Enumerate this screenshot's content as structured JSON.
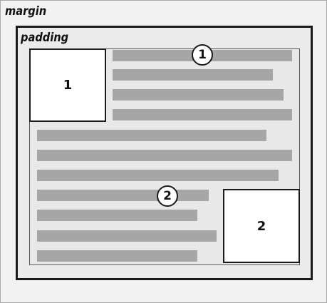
{
  "labels": {
    "margin": "margin",
    "padding": "padding"
  },
  "boxes": {
    "float_1": "1",
    "float_2": "2"
  },
  "markers": {
    "marker_1": "1",
    "marker_2": "2"
  },
  "colors": {
    "outline": "#1a1a1a",
    "margin_fill": "#ebebec",
    "content_fill": "#e8e8e9",
    "text_line": "#a6a6a6",
    "box_fill": "#ffffff"
  }
}
